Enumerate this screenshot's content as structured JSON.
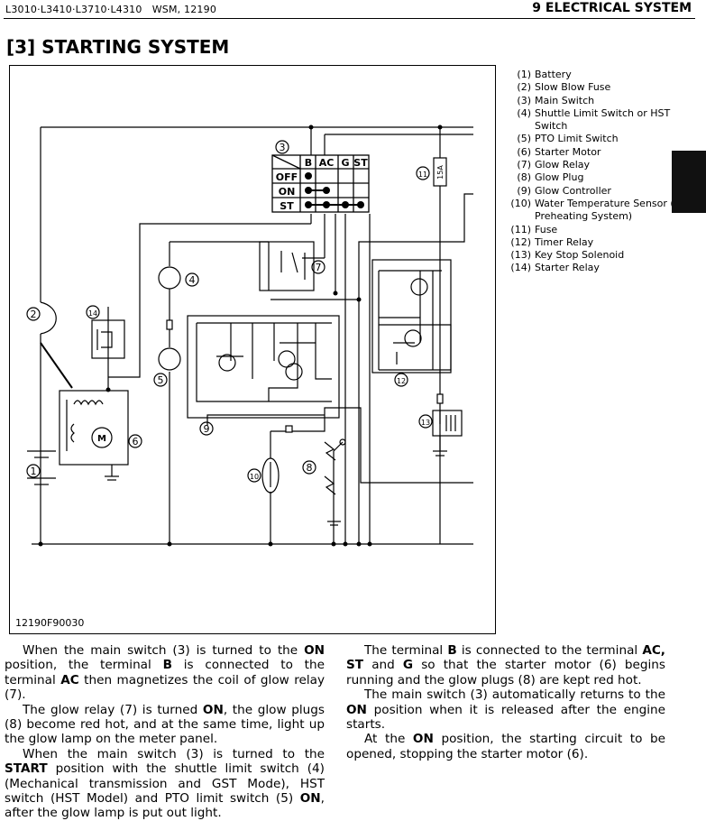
{
  "header": {
    "models": "L3010·L3410·L3710·L4310",
    "manual": "WSM, 12190",
    "chapter": "9 ELECTRICAL SYSTEM"
  },
  "section": {
    "title": "[3] STARTING SYSTEM"
  },
  "figure": {
    "id": "12190F90030",
    "switch_table": {
      "columns": [
        "B",
        "AC",
        "G",
        "ST"
      ],
      "rows": [
        "OFF",
        "ON",
        "ST"
      ]
    },
    "fuse_rating": "15A",
    "callouts": [
      "1",
      "2",
      "3",
      "4",
      "5",
      "6",
      "7",
      "8",
      "9",
      "10",
      "11",
      "12",
      "13",
      "14"
    ],
    "motor_label": "M"
  },
  "legend": [
    {
      "num": "(1)",
      "label": "Battery"
    },
    {
      "num": "(2)",
      "label": "Slow Blow Fuse"
    },
    {
      "num": "(3)",
      "label": "Main Switch"
    },
    {
      "num": "(4)",
      "label": "Shuttle Limit Switch or HST Switch"
    },
    {
      "num": "(5)",
      "label": "PTO Limit Switch"
    },
    {
      "num": "(6)",
      "label": "Starter Motor"
    },
    {
      "num": "(7)",
      "label": "Glow Relay"
    },
    {
      "num": "(8)",
      "label": "Glow Plug"
    },
    {
      "num": "(9)",
      "label": "Glow Controller"
    },
    {
      "num": "(10)",
      "label": "Water Temperature Sensor (for Preheating System)"
    },
    {
      "num": "(11)",
      "label": "Fuse"
    },
    {
      "num": "(12)",
      "label": "Timer Relay"
    },
    {
      "num": "(13)",
      "label": "Key Stop Solenoid"
    },
    {
      "num": "(14)",
      "label": "Starter Relay"
    }
  ],
  "body": {
    "col1": [
      {
        "parts": [
          {
            "t": "When the main switch (3) is turned to the "
          },
          {
            "t": "ON",
            "b": true
          },
          {
            "t": " position, the terminal "
          },
          {
            "t": "B",
            "b": true
          },
          {
            "t": " is connected to the terminal "
          },
          {
            "t": "AC",
            "b": true
          },
          {
            "t": " then magnetizes the coil of glow relay (7)."
          }
        ]
      },
      {
        "parts": [
          {
            "t": "The glow relay (7) is turned "
          },
          {
            "t": "ON",
            "b": true
          },
          {
            "t": ", the glow plugs (8) become red hot, and at the same time, light up the glow lamp on the meter panel."
          }
        ]
      },
      {
        "parts": [
          {
            "t": "When the main switch (3) is turned to the "
          },
          {
            "t": "START",
            "b": true
          },
          {
            "t": " position with the shuttle limit switch (4) (Mechanical transmission and GST Mode), HST switch (HST Model) and PTO limit switch (5) "
          },
          {
            "t": "ON",
            "b": true
          },
          {
            "t": ", after the glow lamp is put out light."
          }
        ]
      }
    ],
    "col2": [
      {
        "parts": [
          {
            "t": "The terminal "
          },
          {
            "t": "B",
            "b": true
          },
          {
            "t": " is connected to the terminal "
          },
          {
            "t": "AC, ST",
            "b": true
          },
          {
            "t": " and "
          },
          {
            "t": "G",
            "b": true
          },
          {
            "t": " so that the starter motor (6) begins running and the glow plugs (8) are kept red hot."
          }
        ]
      },
      {
        "parts": [
          {
            "t": "The main switch (3) automatically returns to the "
          },
          {
            "t": "ON",
            "b": true
          },
          {
            "t": " position when it is released after the engine starts."
          }
        ]
      },
      {
        "parts": [
          {
            "t": "At the "
          },
          {
            "t": "ON",
            "b": true
          },
          {
            "t": " position, the starting circuit to be opened, stopping the starter motor (6)."
          }
        ]
      }
    ]
  }
}
